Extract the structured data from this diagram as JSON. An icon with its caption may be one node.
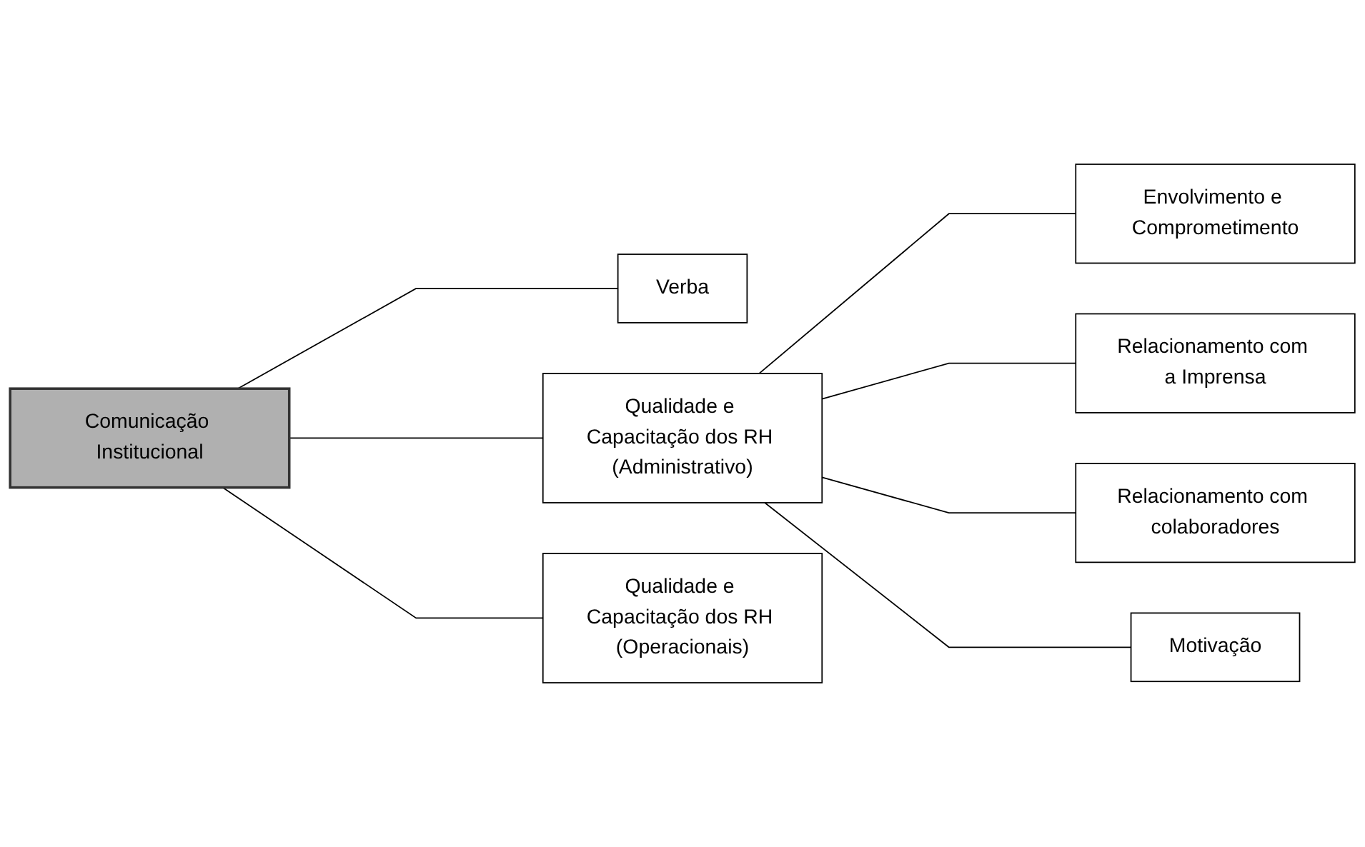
{
  "diagram": {
    "nodes": [
      {
        "text": [
          "Comunicação Institucional"
        ]
      },
      {
        "text": [
          "Verba"
        ]
      },
      {
        "text": [
          "Qualidade e Capacitação dos RH (Administrativo)"
        ]
      },
      {
        "text": [
          "Qualidade e Capacitação dos RH (Operacionais)"
        ]
      },
      {
        "text": [
          "Envolvimento e Comprometimento"
        ]
      },
      {
        "text": [
          "Relacionamento com a Imprensa"
        ]
      },
      {
        "text": [
          "Relacionamento com colaboradores"
        ]
      },
      {
        "text": [
          "Motivação"
        ]
      }
    ],
    "edges": [
      {
        "from": 0,
        "to": 1,
        "arrow": "none"
      },
      {
        "from": 0,
        "to": 2,
        "arrow": "none"
      },
      {
        "from": 0,
        "to": 3,
        "arrow": "none"
      },
      {
        "from": 2,
        "to": 4,
        "arrow": "none"
      },
      {
        "from": 2,
        "to": 5,
        "arrow": "none"
      },
      {
        "from": 2,
        "to": 6,
        "arrow": "none"
      },
      {
        "from": 2,
        "to": 7,
        "arrow": "none"
      }
    ]
  }
}
